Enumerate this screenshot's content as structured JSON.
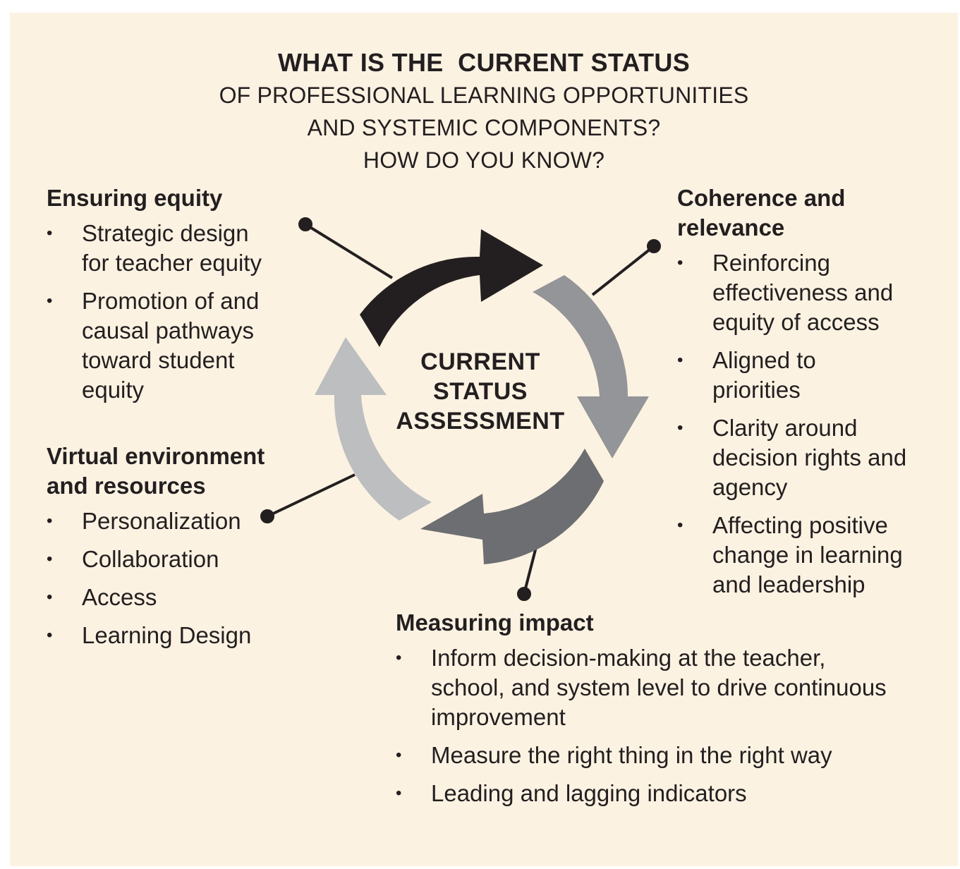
{
  "title": {
    "main": "WHAT IS THE  CURRENT STATUS",
    "sub_lines": [
      "OF PROFESSIONAL LEARNING OPPORTUNITIES",
      "AND SYSTEMIC COMPONENTS?",
      "HOW DO YOU KNOW?"
    ]
  },
  "center_label": [
    "CURRENT",
    "STATUS",
    "ASSESSMENT"
  ],
  "bullet_glyph": "•",
  "colors": {
    "background": "#fcf2e2",
    "text": "#231f20",
    "arrow_top": "#231f20",
    "arrow_right": "#939598",
    "arrow_bottom": "#6d6e71",
    "arrow_left": "#bcbec0"
  },
  "sections": {
    "ensuring_equity": {
      "heading": "Ensuring equity",
      "items": [
        "Strategic design\nfor teacher equity",
        "Promotion of and\ncausal pathways\ntoward student\nequity"
      ]
    },
    "virtual_environment": {
      "heading": "Virtual environment\nand resources",
      "items": [
        "Personalization",
        "Collaboration",
        "Access",
        "Learning Design"
      ]
    },
    "coherence": {
      "heading": "Coherence and\nrelevance",
      "items": [
        "Reinforcing\neffectiveness and\nequity of access",
        "Aligned to\npriorities",
        "Clarity around\ndecision rights and\nagency",
        "Affecting positive\nchange in learning\nand leadership"
      ]
    },
    "measuring_impact": {
      "heading": "Measuring impact",
      "items": [
        "Inform decision-making at the teacher,\nschool, and system level to drive continuous\nimprovement",
        "Measure the right thing in the right way",
        "Leading and lagging indicators"
      ]
    }
  }
}
